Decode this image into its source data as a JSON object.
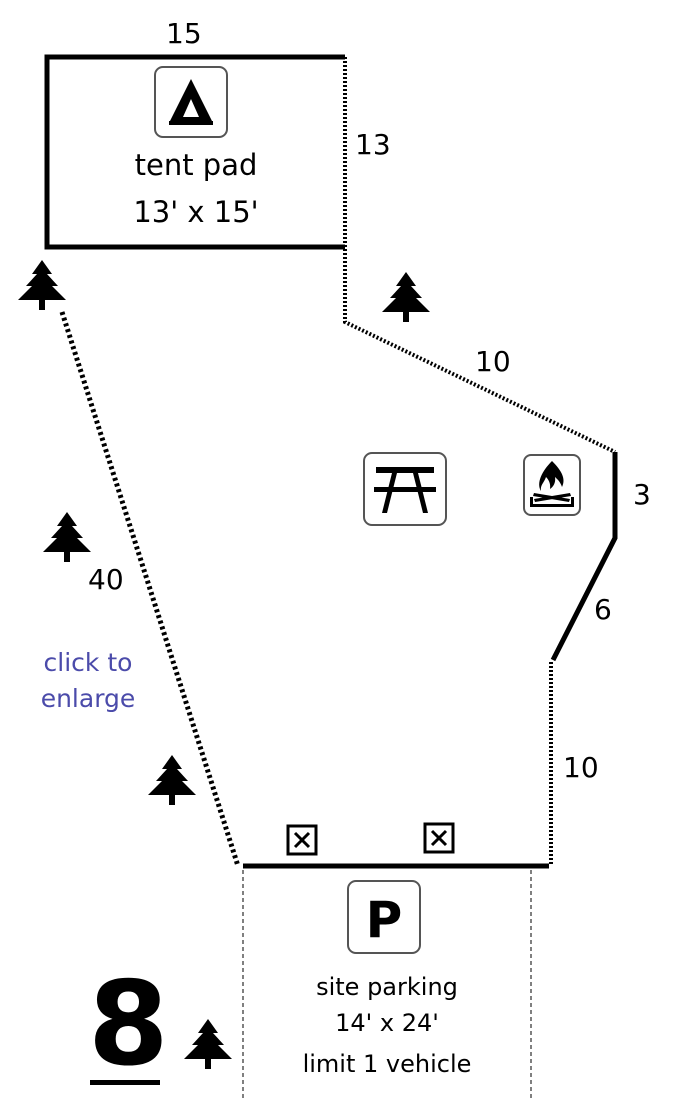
{
  "site": {
    "number": "8"
  },
  "dimensions": {
    "tent_top": "15",
    "tent_right": "13",
    "upper_diagonal": "10",
    "right_short": "3",
    "lower_diagonal": "6",
    "lower_right": "10",
    "left_long": "40"
  },
  "tent_pad": {
    "label": "tent pad",
    "size": "13' x 15'"
  },
  "parking": {
    "label": "site parking",
    "size": "14' x 24'",
    "limit": "limit 1 vehicle"
  },
  "enlarge_link": {
    "line1": "click to",
    "line2": "enlarge",
    "color": "#4b4baa"
  },
  "icons": {
    "tent": "tent-icon",
    "picnic_table": "picnic-table-icon",
    "fire_ring": "fire-ring-icon",
    "parking": "parking-icon",
    "tree": "tree-icon",
    "marker": "boundary-marker-icon"
  }
}
